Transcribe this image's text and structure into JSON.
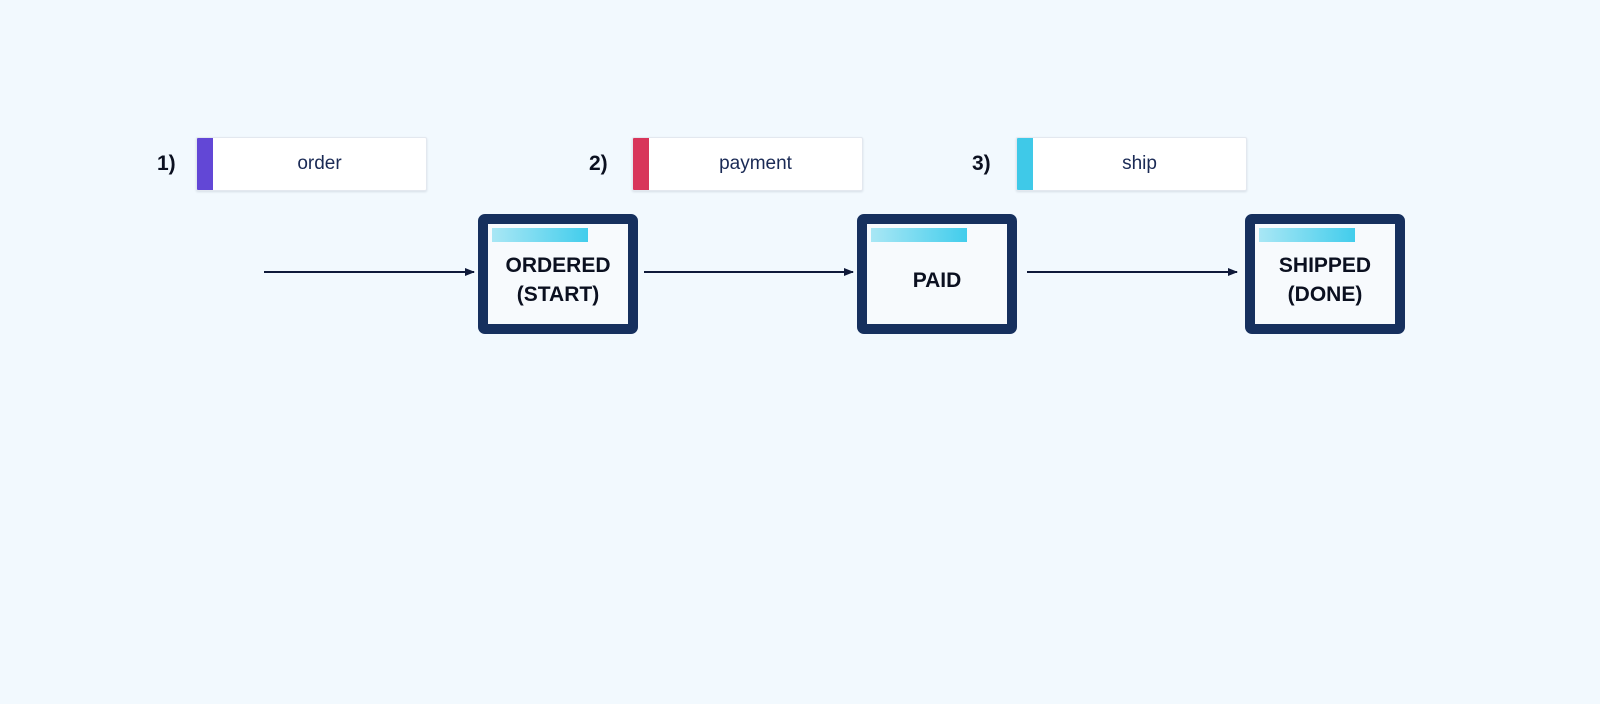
{
  "colors": {
    "background": "#f2f9fe",
    "state_border": "#16305e",
    "state_accent_start": "#a9e7f5",
    "state_accent_end": "#42cdec",
    "arrow": "#0f1a3a",
    "text_dark": "#0b1020",
    "event_text": "#1a2a55"
  },
  "events": [
    {
      "number": "1)",
      "label": "order",
      "accent_color": "#6247d6"
    },
    {
      "number": "2)",
      "label": "payment",
      "accent_color": "#d8355a"
    },
    {
      "number": "3)",
      "label": "ship",
      "accent_color": "#3fc9e8"
    }
  ],
  "states": [
    {
      "label": "ORDERED\n(START)"
    },
    {
      "label": "PAID"
    },
    {
      "label": "SHIPPED\n(DONE)"
    }
  ]
}
